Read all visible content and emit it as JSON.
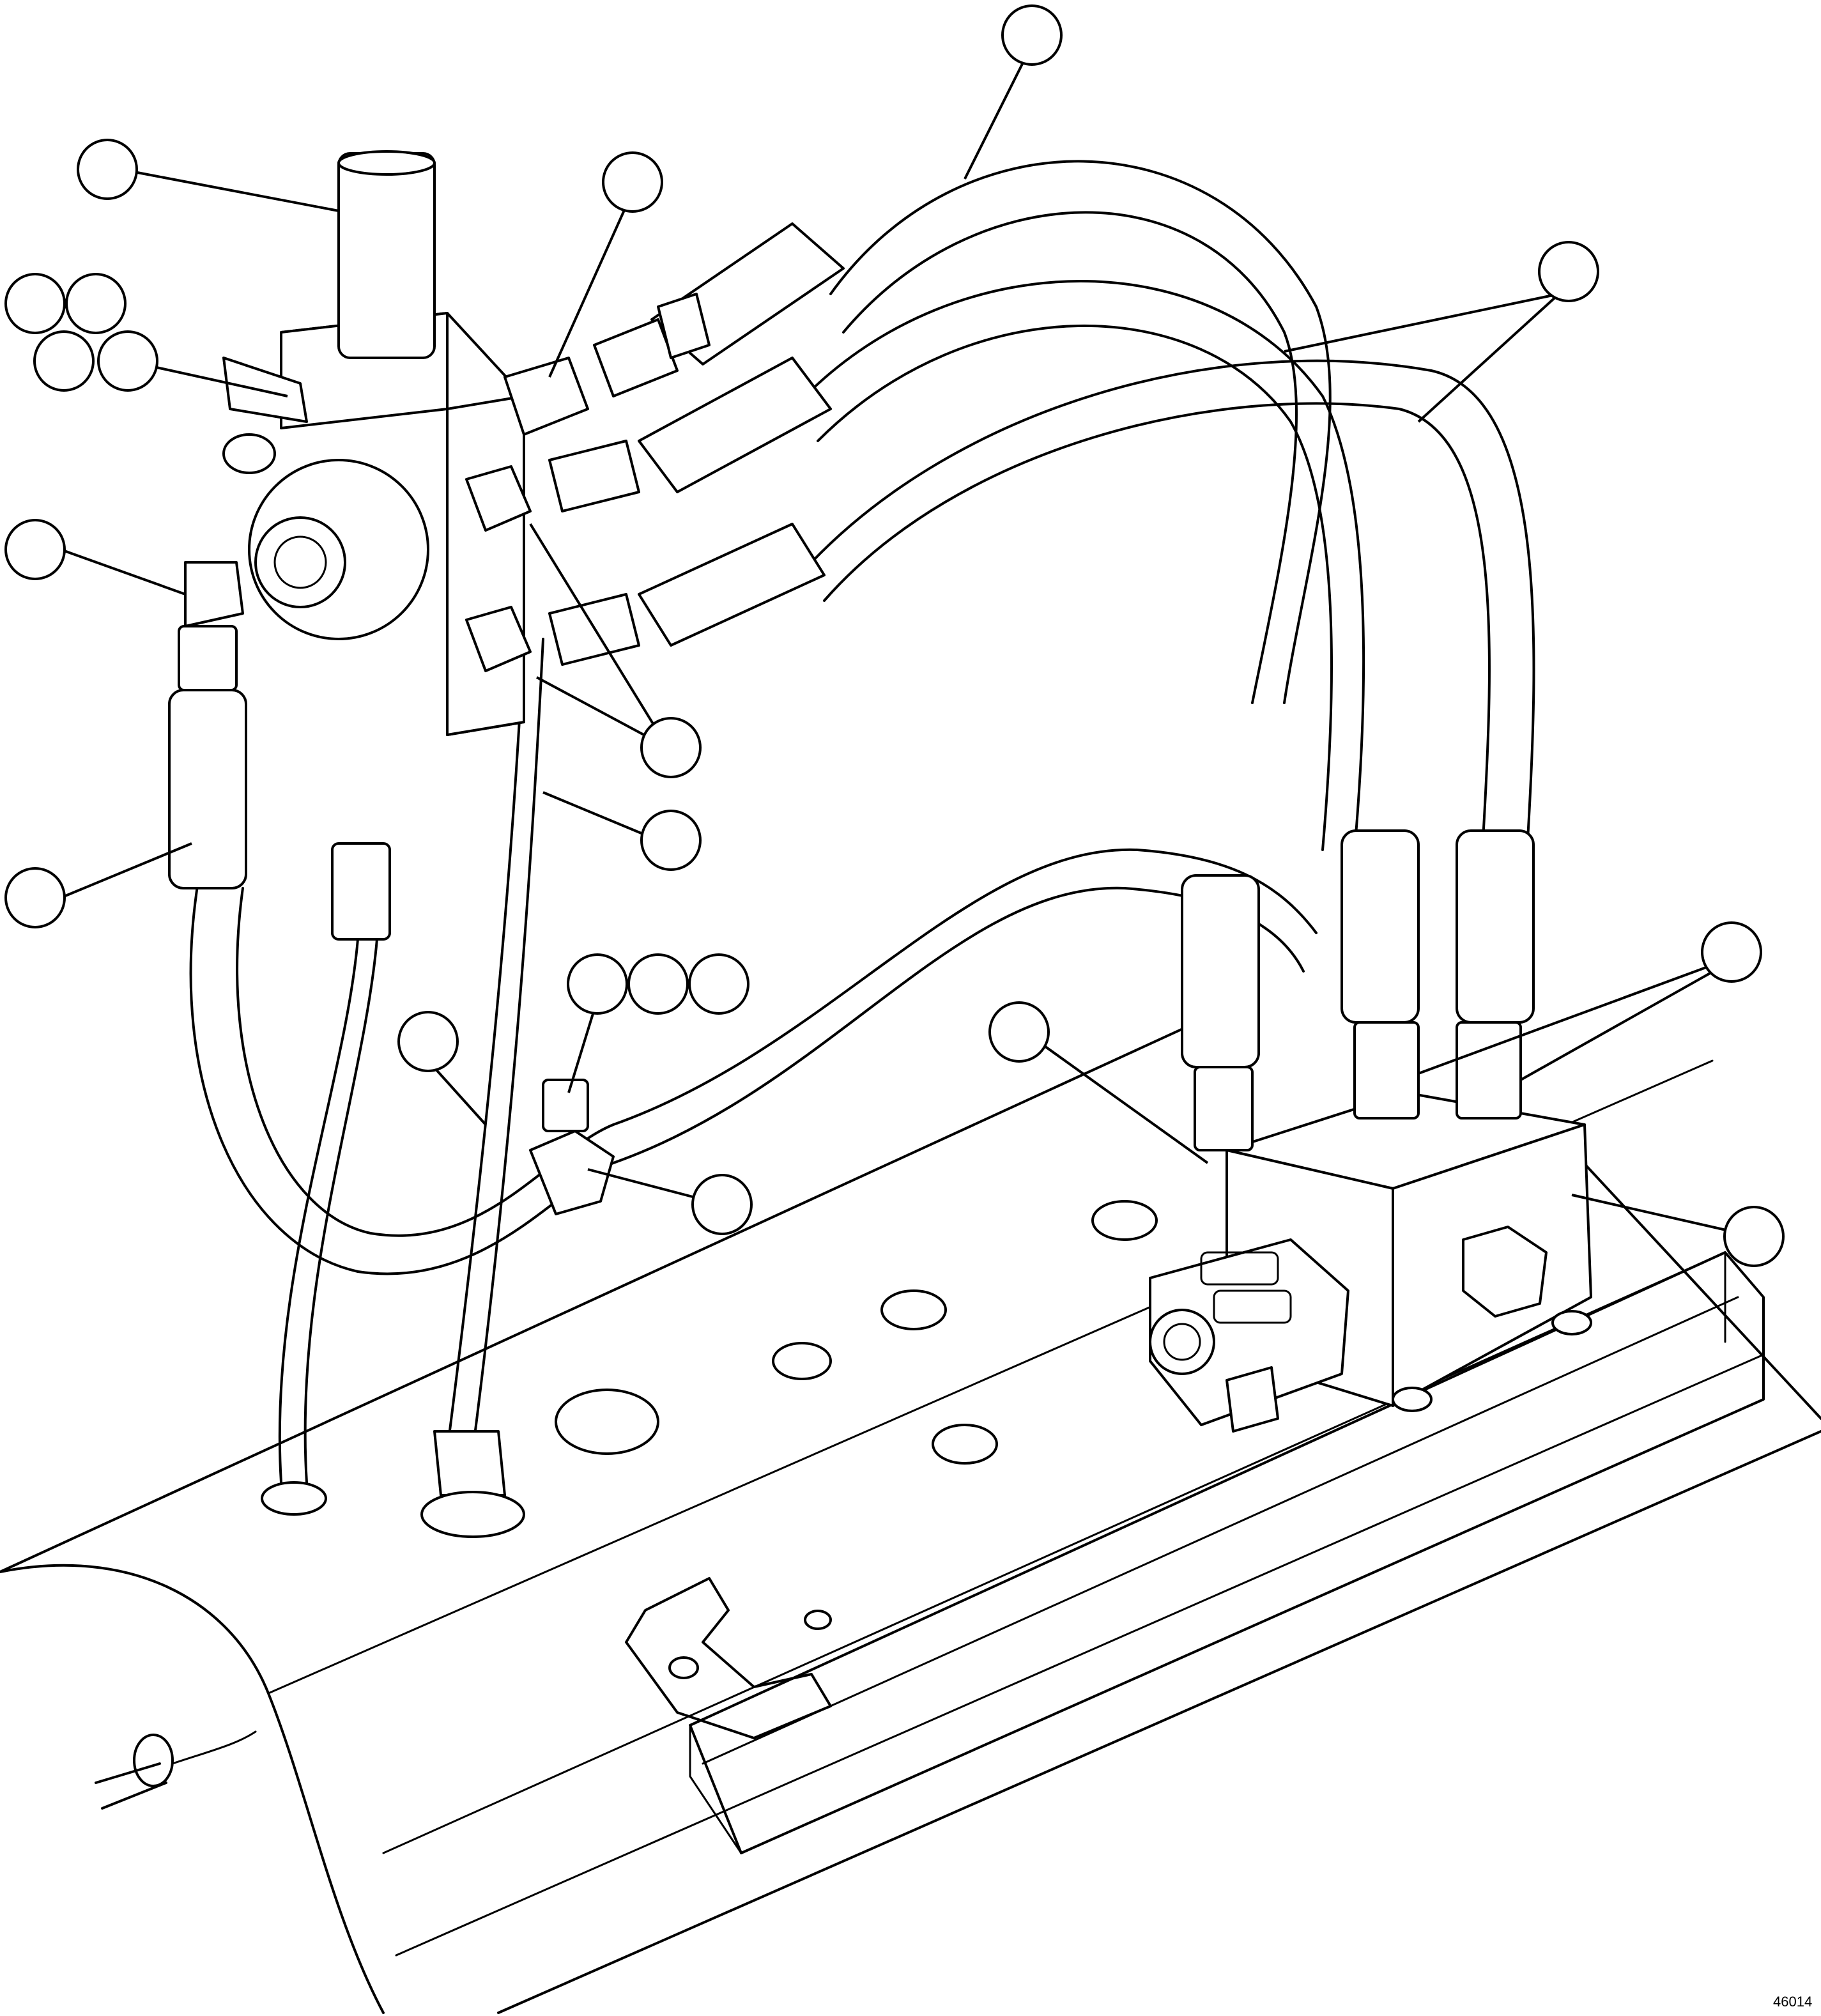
{
  "drawing": {
    "id_label": "46014",
    "line_color": "#000000",
    "background_color": "#ffffff"
  },
  "callouts": [
    {
      "id": "c1",
      "label": ""
    },
    {
      "id": "c2",
      "label": ""
    },
    {
      "id": "c3",
      "label": ""
    },
    {
      "id": "c4",
      "label": ""
    },
    {
      "id": "c5",
      "label": ""
    },
    {
      "id": "c6",
      "label": ""
    },
    {
      "id": "c7",
      "label": ""
    },
    {
      "id": "c8",
      "label": ""
    },
    {
      "id": "c9",
      "label": ""
    },
    {
      "id": "c10",
      "label": ""
    },
    {
      "id": "c11",
      "label": ""
    },
    {
      "id": "c12",
      "label": ""
    },
    {
      "id": "c13",
      "label": ""
    },
    {
      "id": "c14",
      "label": ""
    },
    {
      "id": "c15",
      "label": ""
    },
    {
      "id": "c16",
      "label": ""
    },
    {
      "id": "c17",
      "label": ""
    },
    {
      "id": "c18",
      "label": ""
    },
    {
      "id": "c19",
      "label": ""
    },
    {
      "id": "c20",
      "label": ""
    },
    {
      "id": "c21",
      "label": ""
    }
  ]
}
